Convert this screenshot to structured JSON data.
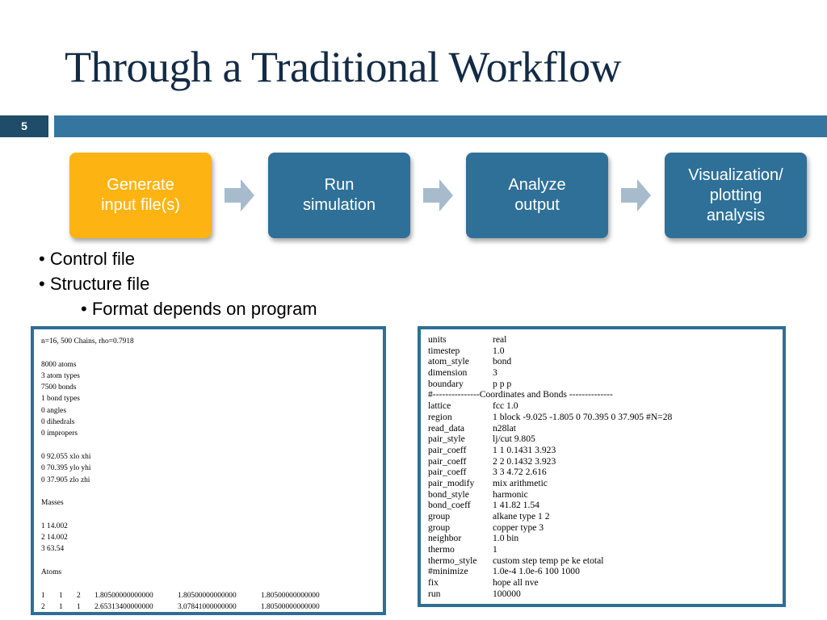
{
  "slide": {
    "title": "Through a Traditional Workflow",
    "number": "5",
    "colors": {
      "title": "#132b45",
      "bar": "#3576a0",
      "step": "#2e7097",
      "active_step": "#fdb412",
      "arrow": "#a7bbcc"
    }
  },
  "workflow": {
    "steps": [
      {
        "label": "Generate\ninput file(s)",
        "active": true
      },
      {
        "label": "Run\nsimulation",
        "active": false
      },
      {
        "label": "Analyze\noutput",
        "active": false
      },
      {
        "label": "Visualization/\nplotting\nanalysis",
        "active": false
      }
    ],
    "arrow_icon": "right-arrow-icon"
  },
  "bullets": [
    {
      "text": "• Control file",
      "level": 1
    },
    {
      "text": "• Structure file",
      "level": 1
    },
    {
      "text": "• Format depends on program",
      "level": 2
    }
  ],
  "structure_file": {
    "lines": [
      "n=16, 500 Chains, rho=0.7918",
      "",
      "8000 atoms",
      "3 atom types",
      "7500 bonds",
      "1 bond types",
      "0 angles",
      "0 dihedrals",
      "0 impropers",
      "",
      "0 92.055 xlo xhi",
      "0 70.395 ylo yhi",
      "0 37.905 zlo zhi",
      "",
      "Masses",
      "",
      "1 14.002",
      "2 14.002",
      "3 63.54",
      "",
      "Atoms",
      ""
    ],
    "atom_rows": [
      [
        "1",
        "1",
        "2",
        "1.80500000000000",
        "1.80500000000000",
        "1.80500000000000"
      ],
      [
        "2",
        "1",
        "1",
        "2.65313400000000",
        "3.07841000000000",
        "1.80500000000000"
      ]
    ]
  },
  "control_file": {
    "lines": [
      [
        "units",
        "real"
      ],
      [
        "timestep",
        "1.0"
      ],
      [
        "atom_style",
        "bond"
      ],
      [
        "dimension",
        "3"
      ],
      [
        "boundary",
        "p p p"
      ],
      [
        "#---------------Coordinates and Bonds --------------",
        ""
      ],
      [
        "lattice",
        "fcc 1.0"
      ],
      [
        "region",
        "1 block -9.025 -1.805 0 70.395 0 37.905 #N=28"
      ],
      [
        "read_data",
        "n28lat"
      ],
      [
        "pair_style",
        "lj/cut 9.805"
      ],
      [
        "pair_coeff",
        "1 1 0.1431 3.923"
      ],
      [
        "pair_coeff",
        "2 2 0.1432 3.923"
      ],
      [
        "pair_coeff",
        "3 3 4.72 2.616"
      ],
      [
        "pair_modify",
        "mix arithmetic"
      ],
      [
        "bond_style",
        "harmonic"
      ],
      [
        "bond_coeff",
        "1 41.82 1.54"
      ],
      [
        "group",
        "alkane type 1 2"
      ],
      [
        "group",
        "copper type 3"
      ],
      [
        "neighbor",
        "1.0 bin"
      ],
      [
        "thermo",
        "1"
      ],
      [
        "thermo_style",
        "custom step temp pe ke etotal"
      ],
      [
        "#minimize",
        "1.0e-4 1.0e-6 100 1000"
      ],
      [
        "fix",
        "hope all nve"
      ],
      [
        "run",
        "100000"
      ]
    ]
  }
}
